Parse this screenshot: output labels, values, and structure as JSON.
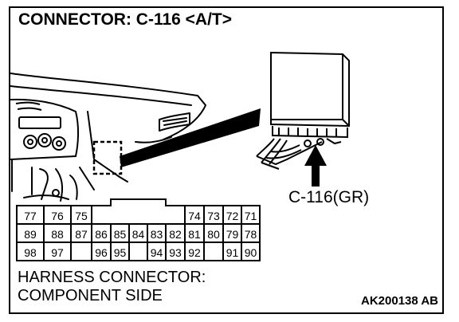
{
  "title": "CONNECTOR: C-116 <A/T>",
  "callout_label": "C-116(GR)",
  "caption": {
    "line1": "HARNESS CONNECTOR:",
    "line2": "COMPONENT SIDE"
  },
  "drawing_code": "AK200138 AB",
  "connector": {
    "row1": [
      "77",
      "76",
      "75",
      "74",
      "73",
      "72",
      "71"
    ],
    "row2": [
      "89",
      "88",
      "87",
      "86",
      "85",
      "84",
      "83",
      "82",
      "81",
      "80",
      "79",
      "78"
    ],
    "row3": [
      "98",
      "97",
      "96",
      "95",
      "94",
      "93",
      "92",
      "91",
      "90"
    ]
  }
}
